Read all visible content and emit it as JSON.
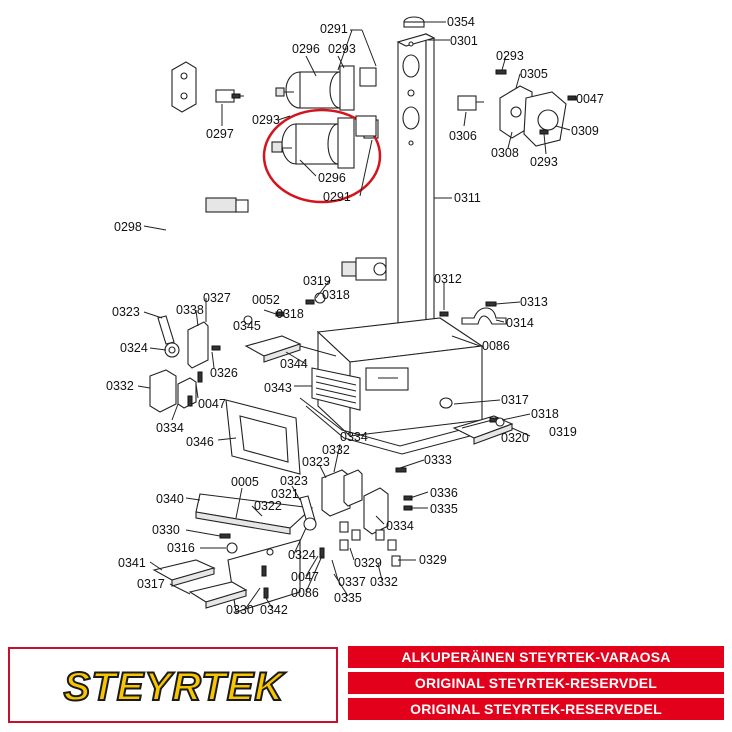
{
  "labels": {
    "l0354": "0354",
    "l0301": "0301",
    "l0291a": "0291",
    "l0296a": "0296",
    "l0293a": "0293",
    "l0297": "0297",
    "l0293b": "0293",
    "l0296b": "0296",
    "l0291b": "0291",
    "l0293c": "0293",
    "l0305": "0305",
    "l0047a": "0047",
    "l0306": "0306",
    "l0308": "0308",
    "l0309": "0309",
    "l0293d": "0293",
    "l0311": "0311",
    "l0298": "0298",
    "l0319a": "0319",
    "l0318a": "0318",
    "l0312": "0312",
    "l0313": "0313",
    "l0314": "0314",
    "l0086a": "0086",
    "l0323a": "0323",
    "l0338": "0338",
    "l0327": "0327",
    "l0052": "0052",
    "l0318b": "0318",
    "l0345": "0345",
    "l0324a": "0324",
    "l0344": "0344",
    "l0326": "0326",
    "l0332a": "0332",
    "l0047b": "0047",
    "l0343": "0343",
    "l0334a": "0334",
    "l0317a": "0317",
    "l0318c": "0318",
    "l0320": "0320",
    "l0319b": "0319",
    "l0346": "0346",
    "l0334b": "0334",
    "l0332b": "0332",
    "l0333": "0333",
    "l0323b": "0323",
    "l0005": "0005",
    "l0323c": "0323",
    "l0321": "0321",
    "l0340": "0340",
    "l0336": "0336",
    "l0322": "0322",
    "l0335a": "0335",
    "l0330a": "0330",
    "l0334c": "0334",
    "l0316": "0316",
    "l0324b": "0324",
    "l0329a": "0329",
    "l0329b": "0329",
    "l0341": "0341",
    "l0047c": "0047",
    "l0317b": "0317",
    "l0086b": "0086",
    "l0337": "0337",
    "l0332c": "0332",
    "l0335b": "0335",
    "l0330b": "0330",
    "l0342": "0342"
  },
  "logo": {
    "text": "STEYRTEK"
  },
  "banners": [
    "ALKUPERÄINEN STEYRTEK-VARAOSA",
    "ORIGINAL STEYRTEK-RESERVDEL",
    "ORIGINAL STEYRTEK-RESERVEDEL"
  ],
  "highlight_color": "#d4141c",
  "brand_colors": {
    "logo_yellow": "#f7c600",
    "banner_red": "#e2001a"
  }
}
